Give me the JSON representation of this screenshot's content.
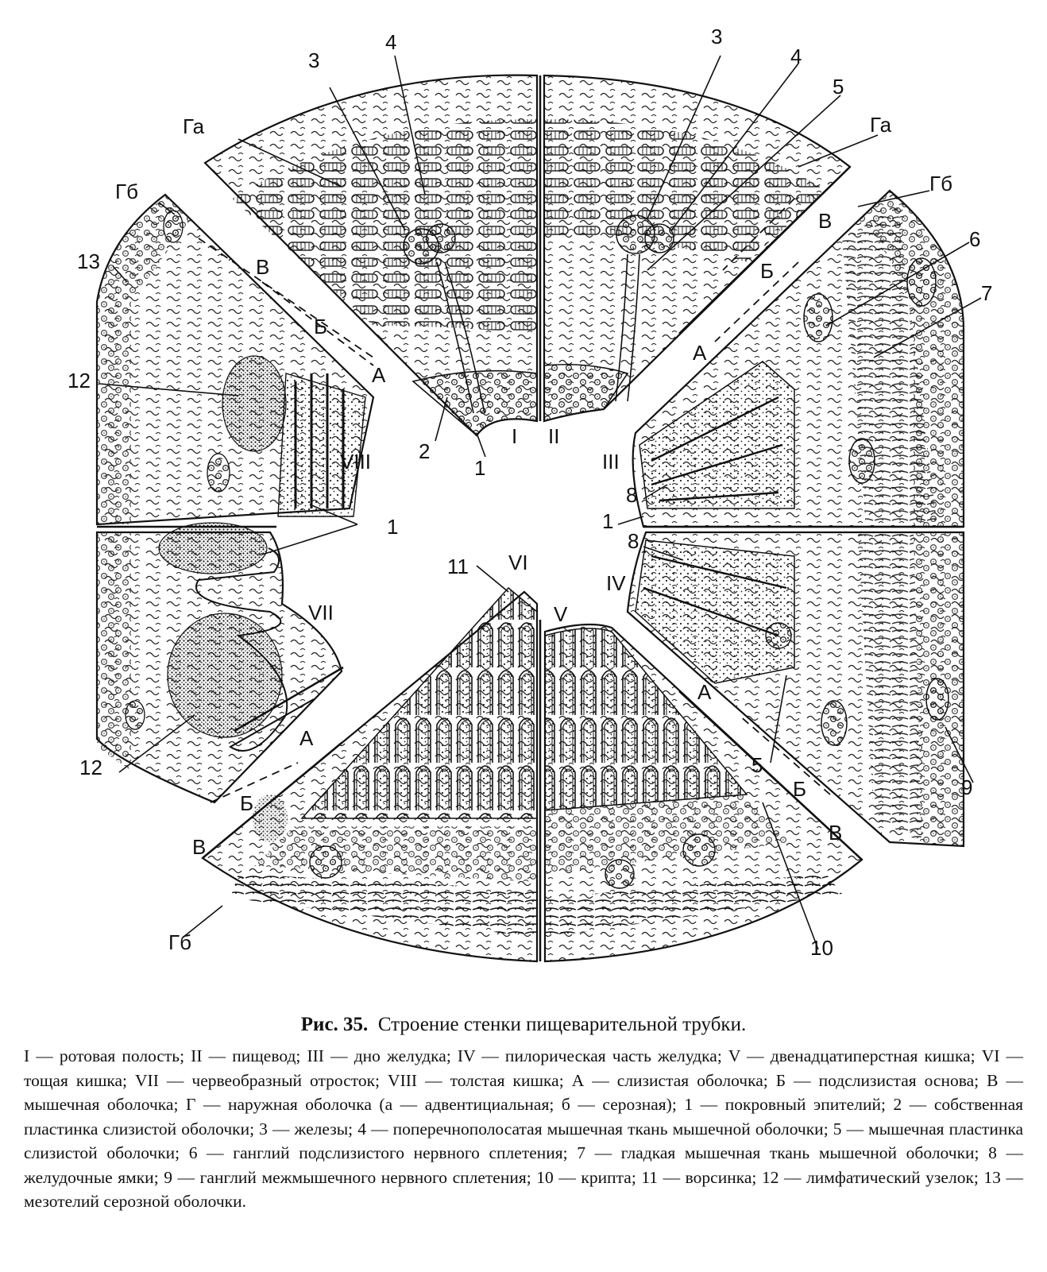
{
  "figure": {
    "sectors": [
      "I",
      "II",
      "III",
      "IV",
      "V",
      "VI",
      "VII",
      "VIII"
    ],
    "labels": {
      "ga": "Га",
      "gb": "Гб",
      "v": "В",
      "b": "Б",
      "a": "А",
      "n1": "1",
      "n2": "2",
      "n3": "3",
      "n4": "4",
      "n5": "5",
      "n6": "6",
      "n7": "7",
      "n8": "8",
      "n9": "9",
      "n10": "10",
      "n11": "11",
      "n12": "12",
      "n13": "13"
    }
  },
  "caption": {
    "number": "Рис. 35.",
    "title": "Строение стенки пищеварительной трубки.",
    "text": "I — ротовая полость; II — пищевод; III — дно желудка; IV — пилорическая часть желудка; V — двенадцатиперстная кишка; VI — тощая кишка; VII — червеобразный отросток; VIII — толстая кишка; А — слизистая оболочка; Б — подслизистая основа; В — мышечная оболочка; Г — наружная оболочка (а — адвентициальная; б — серозная); 1 — покровный эпителий; 2 — собственная пластинка слизистой оболочки; 3 — железы; 4 — поперечнополосатая мышечная ткань мышечной оболочки; 5 — мышечная пластинка слизистой оболочки; 6 — ганглий подслизистого нервного сплетения; 7 — гладкая мышечная ткань мышечной оболочки; 8 — желудочные ямки; 9 — ганглий межмышечного нервного сплетения; 10 — крипта; 11 — ворсинка; 12 — лимфатический узелок; 13 — мезотелий серозной оболочки."
  }
}
